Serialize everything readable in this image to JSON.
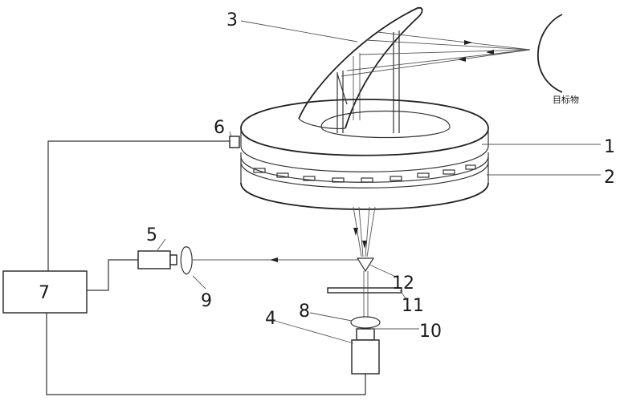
{
  "labels": {
    "l1": "1",
    "l2": "2",
    "l3": "3",
    "l4": "4",
    "l5": "5",
    "l6": "6",
    "l7": "7",
    "l8": "8",
    "l9": "9",
    "l10": "10",
    "l11": "11",
    "l12": "12",
    "target": "目标物"
  }
}
